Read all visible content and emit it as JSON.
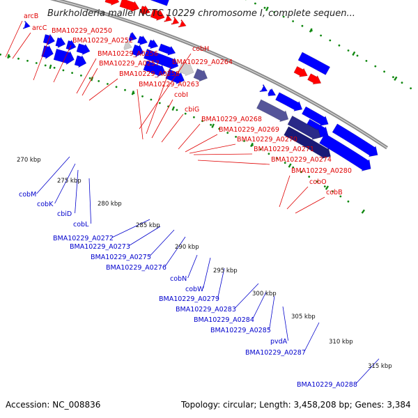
{
  "title": "Burkholderia mallei NCTC 10229 chromosome I, complete sequen...",
  "footer": {
    "accession": "Accession: NC_008836",
    "summary": "Topology: circular; Length: 3,458,208 bp; Genes: 3,384"
  },
  "colors": {
    "forward_label": "#e00000",
    "reverse_label": "#0000cc",
    "forward_gene": "#ff0000",
    "reverse_gene": "#0000ff",
    "rna_purple": "#555599",
    "pseudo_gray": "#888888",
    "tick_green": "#118811",
    "backbone": "#8a8a8a"
  },
  "kbp_ticks": [
    "270 kbp",
    "275 kbp",
    "280 kbp",
    "285 kbp",
    "290 kbp",
    "295 kbp",
    "300 kbp",
    "305 kbp",
    "310 kbp",
    "315 kbp"
  ],
  "top_labels": [
    "arcB",
    "arcC",
    "BMA10229_A0250",
    "BMA10229_A0252",
    "BMA10229_A0256",
    "BMA10229_A0257",
    "BMA10229_A0258",
    "cobH",
    "BMA10229_A0264",
    "BMA10229_A0263",
    "cobI",
    "cbiG",
    "BMA10229_A0268",
    "BMA10229_A0269",
    "BMA10229_A0270",
    "BMA10229_A0271",
    "BMA10229_A0274",
    "BMA10229_A0280",
    "cobO",
    "cobB"
  ],
  "bottom_labels": [
    "cobM",
    "cobK",
    "cbiD",
    "cobL",
    "BMA10229_A0272",
    "BMA10229_A0273",
    "BMA10229_A0275",
    "BMA10229_A0276",
    "cobN",
    "cobW",
    "BMA10229_A0279",
    "BMA10229_A0283",
    "BMA10229_A0284",
    "BMA10229_A0285",
    "pvdA",
    "BMA10229_A0287",
    "BMA10229_A0288"
  ]
}
